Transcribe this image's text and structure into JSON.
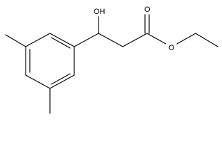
{
  "molecule": {
    "atom_labels": {
      "hydroxyl": "OH",
      "carbonyl_oxygen": "O",
      "ester_oxygen": "O"
    },
    "colors": {
      "background": "#ffffff",
      "bond": "#000000",
      "label": "#000000"
    }
  }
}
